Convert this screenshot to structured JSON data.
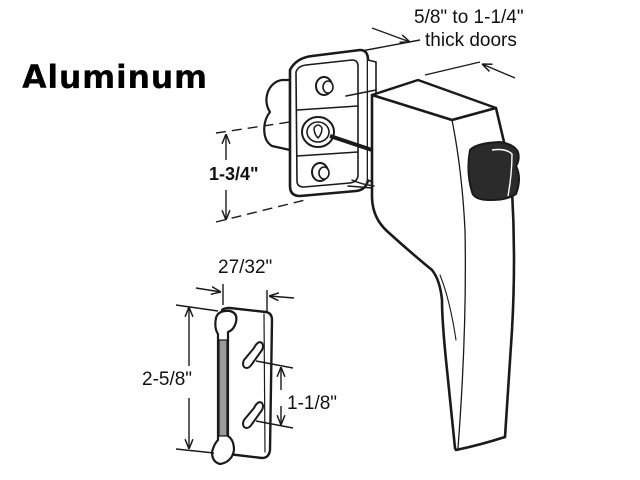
{
  "title": "Aluminum",
  "dimensions": {
    "door_thickness_line1": "5/8\" to 1-1/4\"",
    "door_thickness_line2": "thick doors",
    "hole_spacing": "1-3/4\"",
    "strike_width": "27/32\"",
    "strike_height": "2-5/8\"",
    "strike_hole_spacing": "1-1/8\""
  },
  "components": {
    "handle": "push-button door latch handle",
    "strike": "strike plate"
  },
  "colors": {
    "line": "#1a1a1a",
    "button": "#2b2b2b",
    "background": "#ffffff"
  }
}
